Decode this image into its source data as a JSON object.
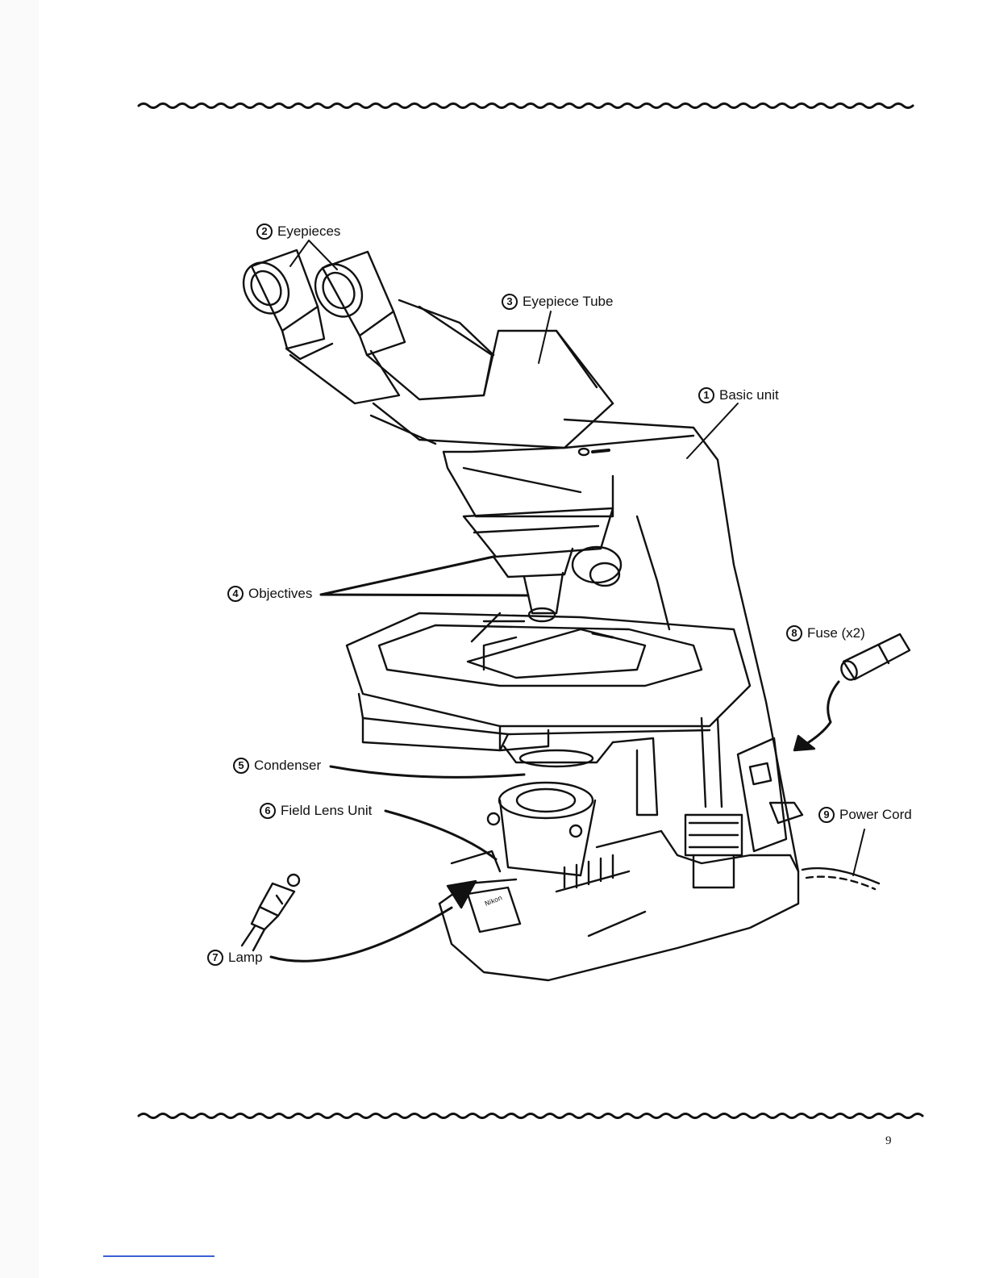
{
  "labels": {
    "basic_unit": {
      "num": "1",
      "text": "Basic unit"
    },
    "eyepieces": {
      "num": "2",
      "text": "Eyepieces"
    },
    "eyepiece_tube": {
      "num": "3",
      "text": "Eyepiece Tube"
    },
    "objectives": {
      "num": "4",
      "text": "Objectives"
    },
    "condenser": {
      "num": "5",
      "text": "Condenser"
    },
    "field_lens_unit": {
      "num": "6",
      "text": "Field Lens Unit"
    },
    "lamp": {
      "num": "7",
      "text": "Lamp"
    },
    "fuse": {
      "num": "8",
      "text": "Fuse (x2)"
    },
    "power_cord": {
      "num": "9",
      "text": "Power Cord"
    }
  },
  "brand_label": "Nikon",
  "page_number": "9"
}
